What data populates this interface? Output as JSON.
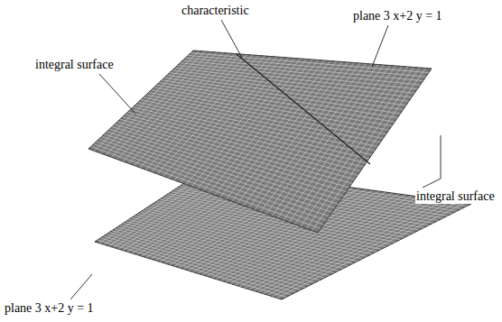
{
  "diagram": {
    "labels": [
      "characteristic",
      "plane 3 x+2 y = 1",
      "integral surface",
      "integral surface",
      "plane 3 x+2 y = 1"
    ]
  }
}
